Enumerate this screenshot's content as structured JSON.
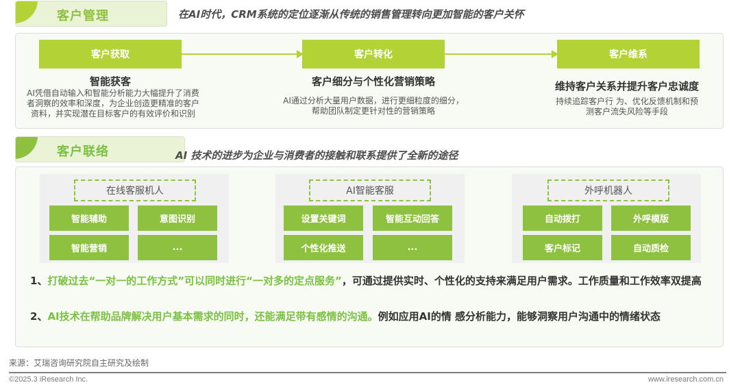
{
  "colors": {
    "accent_green": "#b2d235",
    "tile_green": "#8dc13f",
    "title_green": "#7ac143",
    "highlight_green": "#7ac143",
    "header_bg": "#eaf3d6"
  },
  "section1": {
    "title": "客户管理",
    "subtitle": "在AI时代，CRM系统的定位逐渐从传统的销售管理转向更加智能的客户关怀",
    "stages": [
      {
        "label": "客户获取",
        "heading": "智能获客",
        "desc_lines": [
          "AI凭借自动输入和智能分析能力大幅提升了消费",
          "者洞察的效率和深度，为企业创造更精准的客户",
          "资料，并实现潜在目标客户的有效评价和识别"
        ]
      },
      {
        "label": "客户转化",
        "heading": "客户细分与个性化营销策略",
        "desc_lines": [
          "AI通过分析大量用户数据，进行更细粒度的细分，",
          "帮助团队制定更针对性的营销策略"
        ]
      },
      {
        "label": "客户维系",
        "heading": "维持客户关系并提升客户忠诚度",
        "desc_lines": [
          "持续追踪客户行 为、优化反馈机制和预",
          "测客户流失风险等手段"
        ]
      }
    ]
  },
  "section2": {
    "title": "客户联络",
    "subtitle": "AI 技术的进步为企业与消费者的接触和联系提供了全新的途径",
    "groups": [
      {
        "title": "在线客服机人",
        "tiles": [
          "智能辅助",
          "意图识别",
          "智能营销",
          "..."
        ]
      },
      {
        "title": "AI智能客服",
        "tiles": [
          "设置关键词",
          "智能互动回答",
          "个性化推送",
          "..."
        ]
      },
      {
        "title": "外呼机器人",
        "tiles": [
          "自动拨打",
          "外呼模版",
          "客户标记",
          "自动质检"
        ]
      }
    ],
    "bullets": [
      {
        "prefix": "1、",
        "highlight": "打破过去“一对一的工作方式”可以同时进行“一对多的定点服务”",
        "rest": "，可通过提供实时、个性化的支持来满足用户需求。工作质量和工作效率双提高"
      },
      {
        "prefix": "2、",
        "highlight": "AI技术在帮助品牌解决用户基本需求的同时，还能满足带有感情的沟通。",
        "rest": "例如应用AI的情 感分析能力，能够洞察用户沟通中的情绪状态"
      }
    ]
  },
  "footer": {
    "source": "来源：艾瑞咨询研究院自主研究及绘制",
    "copyright": "©2025.3 iResearch Inc.",
    "website": "www.iresearch.com.cn"
  }
}
